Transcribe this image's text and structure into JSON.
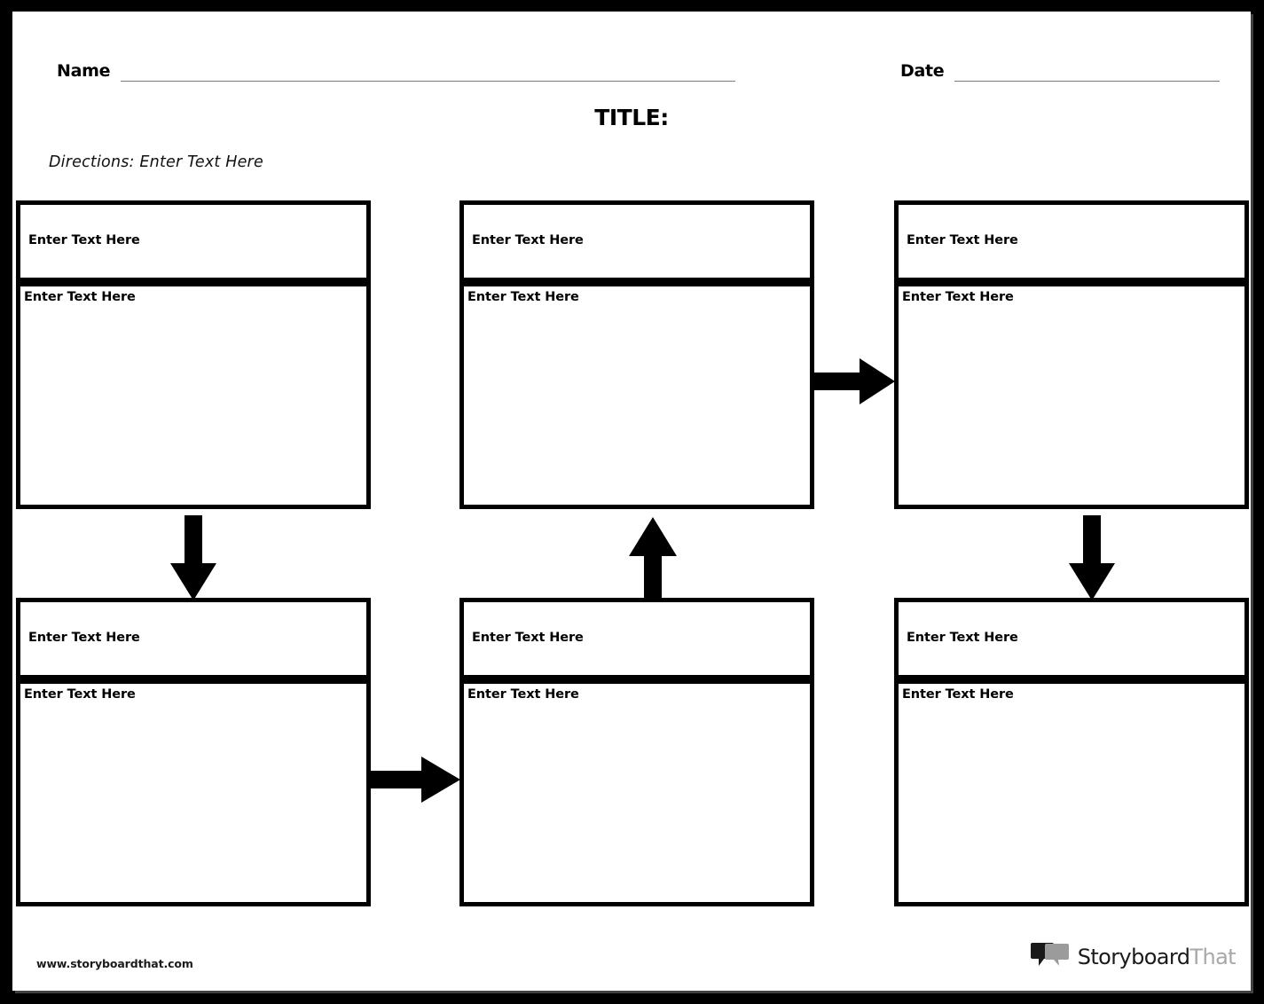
{
  "page": {
    "name_label": "Name",
    "date_label": "Date",
    "title": "TITLE:",
    "directions": "Directions: Enter Text Here",
    "placeholder": "Enter Text Here"
  },
  "cells": [
    {
      "id": "cell-1",
      "position": "top-left",
      "header_text": "Enter Text Here",
      "body_text": "Enter Text Here"
    },
    {
      "id": "cell-2",
      "position": "top-center",
      "header_text": "Enter Text Here",
      "body_text": "Enter Text Here"
    },
    {
      "id": "cell-3",
      "position": "top-right",
      "header_text": "Enter Text Here",
      "body_text": "Enter Text Here"
    },
    {
      "id": "cell-4",
      "position": "bottom-left",
      "header_text": "Enter Text Here",
      "body_text": "Enter Text Here"
    },
    {
      "id": "cell-5",
      "position": "bottom-center",
      "header_text": "Enter Text Here",
      "body_text": "Enter Text Here"
    },
    {
      "id": "cell-6",
      "position": "bottom-right",
      "header_text": "Enter Text Here",
      "body_text": "Enter Text Here"
    }
  ],
  "arrows": [
    {
      "id": "arrow-1",
      "direction": "right",
      "from": "top-center",
      "to": "top-right"
    },
    {
      "id": "arrow-2",
      "direction": "down",
      "from": "top-left",
      "to": "bottom-left"
    },
    {
      "id": "arrow-3",
      "direction": "up",
      "from": "bottom-center",
      "to": "top-center"
    },
    {
      "id": "arrow-4",
      "direction": "down",
      "from": "top-right",
      "to": "bottom-right"
    },
    {
      "id": "arrow-5",
      "direction": "right",
      "from": "bottom-left",
      "to": "bottom-center"
    }
  ],
  "footer": {
    "url": "www.storyboardthat.com",
    "brand_part1": "Storyboard",
    "brand_part2": "That"
  },
  "colors": {
    "frame": "#000000",
    "page": "#ffffff",
    "rule": "#7a7a7a",
    "brand_dark": "#1a1a1a",
    "brand_gray": "#a8a8a8"
  }
}
